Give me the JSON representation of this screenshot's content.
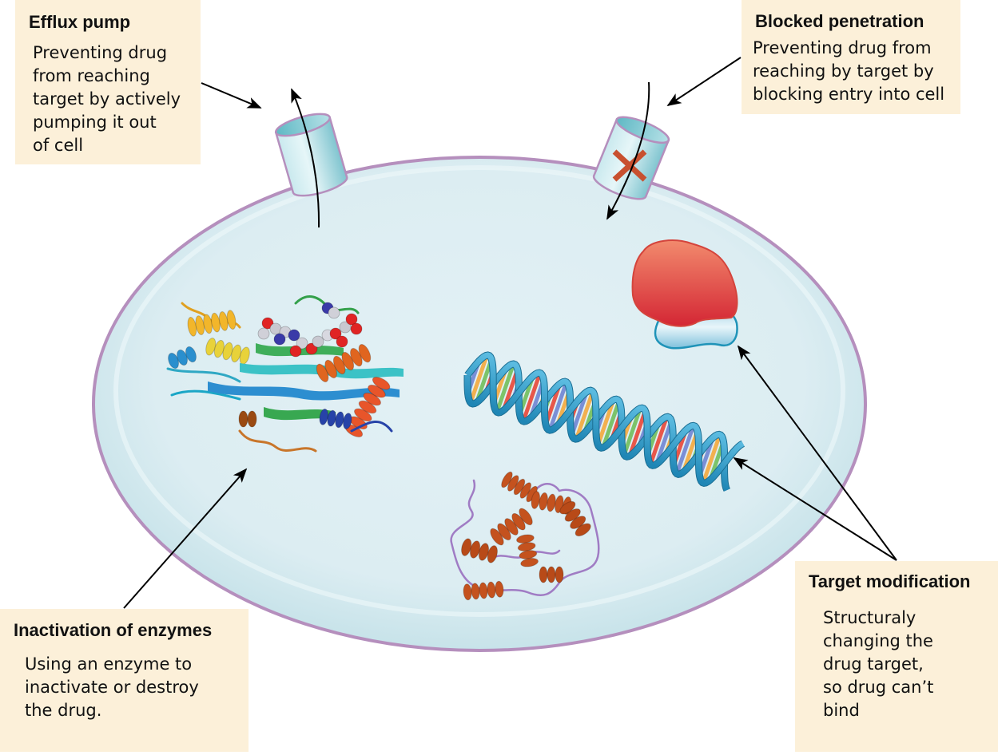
{
  "figure": {
    "subject": "Mechanisms of antibiotic resistance in a bacterial cell",
    "colors": {
      "cell_fill": "#d9edf2",
      "cell_membrane": "#b58fbd",
      "channel_fill": "#a9d8df",
      "blocked_x": "#c8502f",
      "label_background": "#fcf0d9",
      "target_protein": "#e04a45",
      "target_binding_site": "#9fd3e6",
      "dna_backbone": "#3a9fc8",
      "enzyme_helix": "#c4521e",
      "enzyme_loop": "#a07cc4",
      "arrow": "#000000"
    }
  },
  "labels": {
    "efflux_pump": {
      "title": "Efflux pump",
      "lines": [
        "Preventing drug",
        "from reaching",
        "target by actively",
        "pumping it out",
        "of cell"
      ]
    },
    "blocked_penetration": {
      "title": "Blocked penetration",
      "lines": [
        "Preventing drug from",
        "reaching by target by",
        "blocking entry into cell"
      ]
    },
    "inactivation_of_enzymes": {
      "title": "Inactivation of enzymes",
      "lines": [
        "Using an enzyme to",
        "inactivate or destroy",
        "the drug."
      ]
    },
    "target_modification": {
      "title": "Target modification",
      "lines": [
        "Structuraly",
        "changing the",
        "drug target,",
        "so drug can’t",
        "bind"
      ]
    }
  },
  "elements": {
    "efflux_channel": "open-channel-icon",
    "blocked_channel": "blocked-channel-icon",
    "blocked_mark": "x-mark-icon",
    "target_protein": "drug-target-protein",
    "dna": "dna-double-helix",
    "inactivating_enzyme": "enzyme-ribbon-structure",
    "enzyme_drug_complex": "protein-ribbon-with-bound-drug"
  }
}
